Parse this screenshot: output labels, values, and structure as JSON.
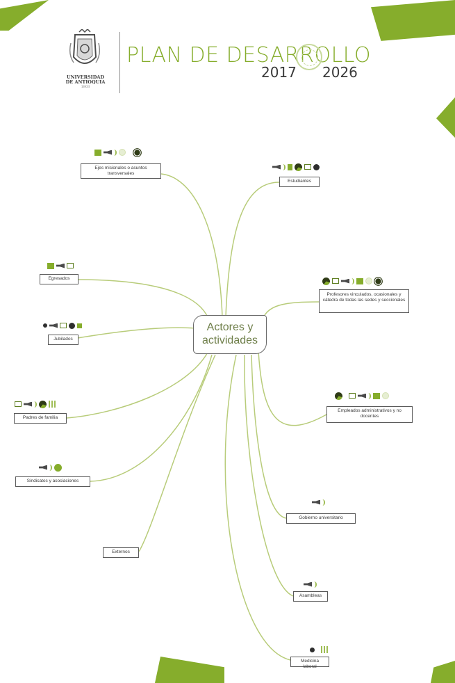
{
  "header": {
    "university": "UNIVERSIDAD DE ANTIOQUIA",
    "university_line1": "UNIVERSIDAD",
    "university_line2": "DE ANTIOQUIA",
    "university_line3": "1803",
    "plan_title": "PLAN DE DESARROLLO",
    "year_start": "2017",
    "year_end": "2026"
  },
  "mindmap": {
    "center": {
      "line1": "Actores y",
      "line2": "actividades"
    },
    "nodes": [
      {
        "id": "ejes",
        "label": "Ejes misionales o asuntos transversales",
        "icons": [
          "square-icon",
          "megaphone-icon",
          "sound-waves-icon",
          "light-circle-icon",
          "sun-icon"
        ]
      },
      {
        "id": "estudiantes",
        "label": "Estudiantes",
        "icons": [
          "megaphone-icon",
          "sound-waves-icon",
          "pie-icon",
          "crate-icon",
          "dot-icon"
        ]
      },
      {
        "id": "egresados",
        "label": "Egresados",
        "icons": [
          "square-icon",
          "megaphone-icon",
          "crate-icon"
        ]
      },
      {
        "id": "profesores",
        "label": "Profesores vinculados, ocasionales y cátedra de todas las sedes y seccionales",
        "icons": [
          "pie-icon",
          "crate-icon",
          "megaphone-icon",
          "sound-waves-icon",
          "square-icon",
          "light-circle-icon",
          "sun-icon"
        ]
      },
      {
        "id": "jubilados",
        "label": "Jubilados",
        "icons": [
          "dot-icon",
          "megaphone-icon",
          "crate-icon",
          "dot-icon",
          "square-icon"
        ]
      },
      {
        "id": "padres",
        "label": "Padres de familia",
        "icons": [
          "crate-icon",
          "megaphone-icon",
          "sound-waves-icon",
          "pie-icon",
          "bars-icon"
        ]
      },
      {
        "id": "empleados",
        "label": "Empleados administrativos y no docentes",
        "icons": [
          "pie-icon",
          "crate-icon",
          "megaphone-icon",
          "sound-waves-icon",
          "square-icon",
          "light-circle-icon"
        ]
      },
      {
        "id": "sindicatos",
        "label": "Sindicatos y asociaciones",
        "icons": [
          "megaphone-icon",
          "sound-waves-icon",
          "person-icon"
        ]
      },
      {
        "id": "gobierno",
        "label": "Gobierno universitario",
        "icons": [
          "megaphone-icon",
          "sound-waves-icon"
        ]
      },
      {
        "id": "externos",
        "label": "Externos",
        "icons": []
      },
      {
        "id": "asambleas",
        "label": "Asambleas",
        "icons": [
          "megaphone-icon",
          "sound-waves-icon"
        ]
      },
      {
        "id": "medicina",
        "label": "Medicina laboral",
        "icons": [
          "dot-icon",
          "bars-icon"
        ]
      }
    ]
  },
  "colors": {
    "accent": "#86ad2c",
    "line": "#b8cc7a",
    "text": "#3a3a3a"
  }
}
